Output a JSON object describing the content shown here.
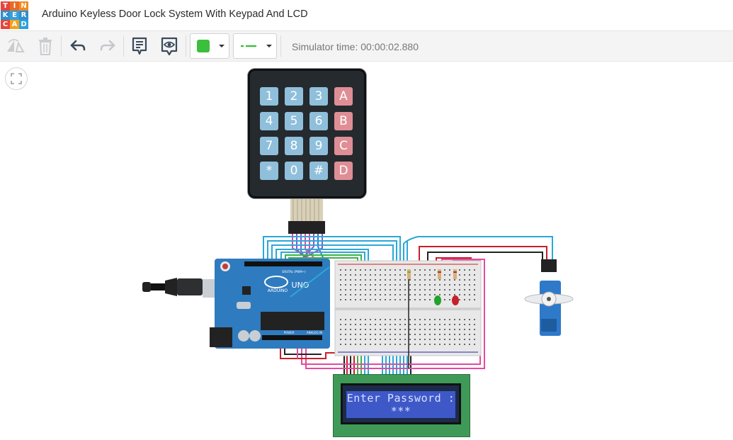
{
  "logo": {
    "letters": [
      "T",
      "I",
      "N",
      "K",
      "E",
      "R",
      "C",
      "A",
      "D"
    ],
    "colors": [
      "#e3463c",
      "#e86a25",
      "#f28a22",
      "#2f8fcf",
      "#36a0dc",
      "#2f8fcf",
      "#e3463c",
      "#f2a21c",
      "#2fa2da"
    ]
  },
  "app": {
    "title": "Arduino Keyless Door Lock System With Keypad And LCD"
  },
  "toolbar": {
    "rotate_icon": "rotate-icon",
    "delete_icon": "trash-icon",
    "undo_icon": "undo-icon",
    "redo_icon": "redo-icon",
    "notes_icon": "notes-icon",
    "visibility_icon": "eye-icon",
    "wire_color": "#3cbf3c",
    "wire_style_icon": "line-style-icon",
    "sim_time": "Simulator time: 00:00:02.880"
  },
  "keypad": {
    "rows": [
      [
        "1",
        "2",
        "3",
        "A"
      ],
      [
        "4",
        "5",
        "6",
        "B"
      ],
      [
        "7",
        "8",
        "9",
        "C"
      ],
      [
        "*",
        "0",
        "#",
        "D"
      ]
    ]
  },
  "arduino": {
    "brand": "ARDUINO",
    "model": "UNO",
    "label_digital": "DIGITAL (PWM~)",
    "label_power": "POWER",
    "label_analog": "ANALOG IN"
  },
  "lcd": {
    "line1": "Enter Password :",
    "line2": "***"
  },
  "leds": {
    "green": "#22a32a",
    "red": "#c8202a"
  }
}
